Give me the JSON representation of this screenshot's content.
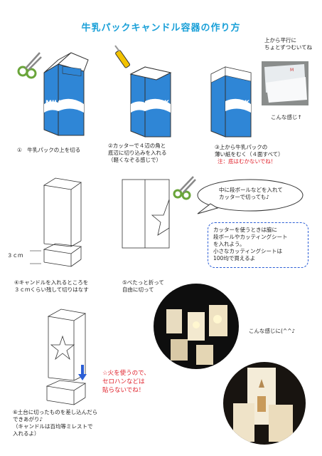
{
  "title": "牛乳パックキャンドル容器の作り方",
  "milk_label": "MILK",
  "top_note": "上から平行に\nちょとずつむいてね",
  "photo_note": "こんな感じ↑",
  "step1": "①　牛乳パックの上を切る",
  "step2": "②カッターで４辺の角と\n底辺に切り込みを入れる\n（軽くなぞる感じで）",
  "step3_a": "③上から牛乳パックの\n薄い紙をむく（４面すべて）",
  "step3_b": "注：底はむかないでね！",
  "bubble1": "中に段ボールなどを入れて\nカッターで切っても♪",
  "bubble2": "カッターを使うときは脇に\n段ボールやカッティングシート\nを入れよう。\n小さなカッティングシートは\n100均で買えるよ",
  "dim_label": "３ｃｍ",
  "step4": "④キャンドルを入れるところを\n３ｃｍくらい残して切りはなす",
  "step5": "⑤べたっと折って\n自由に切って",
  "result_note": "こんな感じに(^^♪",
  "warning": "☆火を使うので、\nセロハンなどは\n貼らないでね！",
  "step6": "⑥土台に切ったものを差し込んだら\nできあがり♪\n（キャンドルは百均等ミレストで\n入れるよ）",
  "colors": {
    "title": "#1aa0d8",
    "milk_blue": "#2f86d6",
    "warning_red": "#e0202a",
    "bubble_border": "#2b5ed6"
  }
}
